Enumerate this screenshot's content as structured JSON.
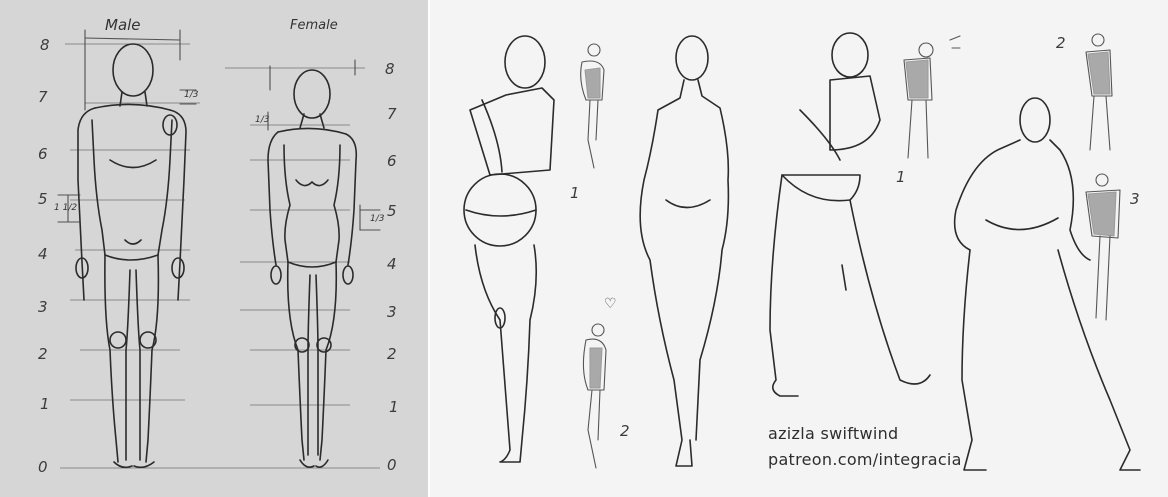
{
  "proportions": {
    "male_label": "Male",
    "female_label": "Female",
    "scale_left": [
      "8",
      "7",
      "6",
      "5",
      "4",
      "3",
      "2",
      "1",
      "0"
    ],
    "scale_right": [
      "8",
      "7",
      "6",
      "5",
      "4",
      "3",
      "2",
      "1",
      "0"
    ],
    "fraction_male_head": "1/3",
    "fraction_male_torso": "1 1/2",
    "fraction_female_neck": "1/3",
    "fraction_female_waist": "1/3"
  },
  "gesture_sketches": {
    "numbers": [
      "1",
      "2",
      "1",
      "2",
      "3"
    ],
    "heart": "♡",
    "credit_name": "azizla swiftwind",
    "credit_url": "patreon.com/integracia"
  }
}
